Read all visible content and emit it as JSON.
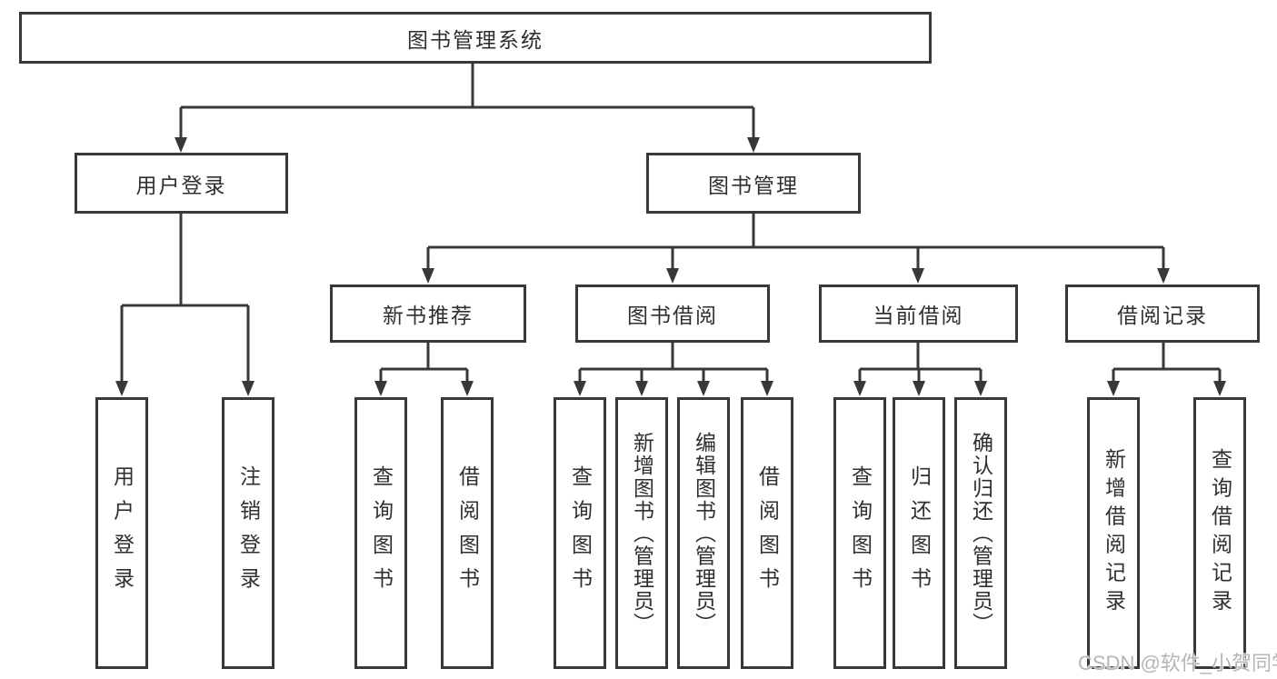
{
  "title": "图书管理系统",
  "level2": {
    "user_login": "用户登录",
    "book_mgmt": "图书管理"
  },
  "level3": {
    "new_book_rec": "新书推荐",
    "book_borrow": "图书借阅",
    "current_borrow": "当前借阅",
    "borrow_records": "借阅记录"
  },
  "leaves": {
    "user_login": "用户登录",
    "logout": "注销登录",
    "rec_query_book": "查询图书",
    "rec_borrow_book": "借阅图书",
    "bor_query_book": "查询图书",
    "bor_add_book": "新增图书（管理员）",
    "bor_edit_book": "编辑图书（管理员）",
    "bor_borrow_book": "借阅图书",
    "cur_query_book": "查询图书",
    "cur_return_book": "归还图书",
    "cur_confirm_return": "确认归还（管理员）",
    "log_add_record": "新增借阅记录",
    "log_query_record": "查询借阅记录"
  },
  "watermark": "CSDN @软件_小贺同学",
  "colors": {
    "line": "#383838",
    "text": "#2f2f2f",
    "watermark": "#b5b5b5",
    "background": "#ffffff"
  }
}
